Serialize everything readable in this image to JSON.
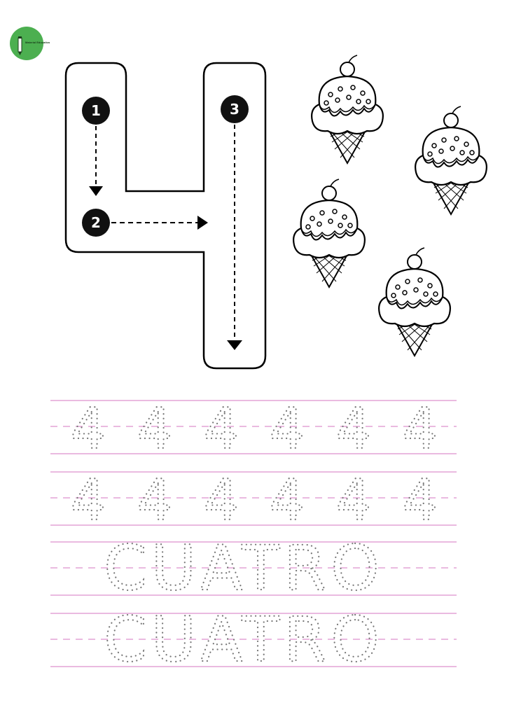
{
  "logo": {
    "text": "Material Educativo"
  },
  "numeral": {
    "glyph": "4"
  },
  "stroke_guides": [
    {
      "number": "1"
    },
    {
      "number": "2"
    },
    {
      "number": "3"
    }
  ],
  "ice_creams": {
    "count": 4
  },
  "practice_rows": [
    {
      "text": [
        "4",
        "4",
        "4",
        "4",
        "4",
        "4"
      ]
    },
    {
      "text": [
        "4",
        "4",
        "4",
        "4",
        "4",
        "4"
      ]
    },
    {
      "text": "CUATRO"
    },
    {
      "text": "CUATRO"
    }
  ],
  "colors": {
    "line": "#e3a4d6",
    "dash": "#e3a4d6",
    "dots": "#777777",
    "outline": "#000000",
    "logo": "#4caf50"
  }
}
